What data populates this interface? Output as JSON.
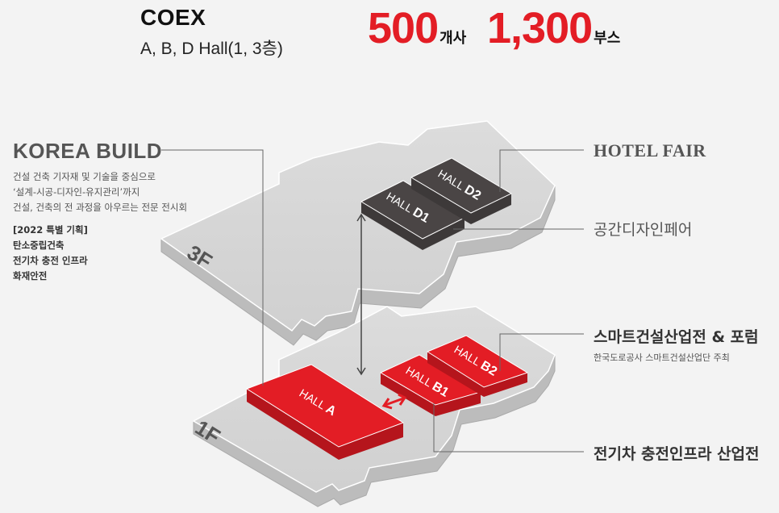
{
  "header": {
    "venue": "COEX",
    "halls": "A, B, D Hall(1, 3층)",
    "companies_value": "500",
    "companies_unit": "개사",
    "booths_value": "1,300",
    "booths_unit": "부스"
  },
  "korea_build": {
    "title": "KOREA BUILD",
    "desc_lines": [
      "건설 건축 기자재 및 기술을 중심으로",
      "‘설계-시공-디자인-유지관리’까지",
      "건설, 건축의 전 과정을 아우르는 전문 전시회"
    ],
    "special_title": "[2022 특별 기획]",
    "special_items": [
      "탄소중립건축",
      "전기차 충전 인프라",
      "화재안전"
    ]
  },
  "labels": {
    "hotel_fair": "HOTEL FAIR",
    "space_design": "공간디자인페어",
    "smart_construction": "스마트건설산업전 & 포럼",
    "smart_construction_sub": "한국도로공사 스마트건설산업단 주최",
    "ev_infra": "전기차 충전인프라 산업전"
  },
  "floors": {
    "upper": "3F",
    "lower": "1F"
  },
  "halls": {
    "d1": {
      "prefix": "HALL",
      "letter": "D1"
    },
    "d2": {
      "prefix": "HALL",
      "letter": "D2"
    },
    "a": {
      "prefix": "HALL",
      "letter": "A"
    },
    "b1": {
      "prefix": "HALL",
      "letter": "B1"
    },
    "b2": {
      "prefix": "HALL",
      "letter": "B2"
    }
  },
  "colors": {
    "accent_red": "#e31d25",
    "hall_dark": "#4a4545",
    "floor_gray": "#d6d6d6"
  }
}
